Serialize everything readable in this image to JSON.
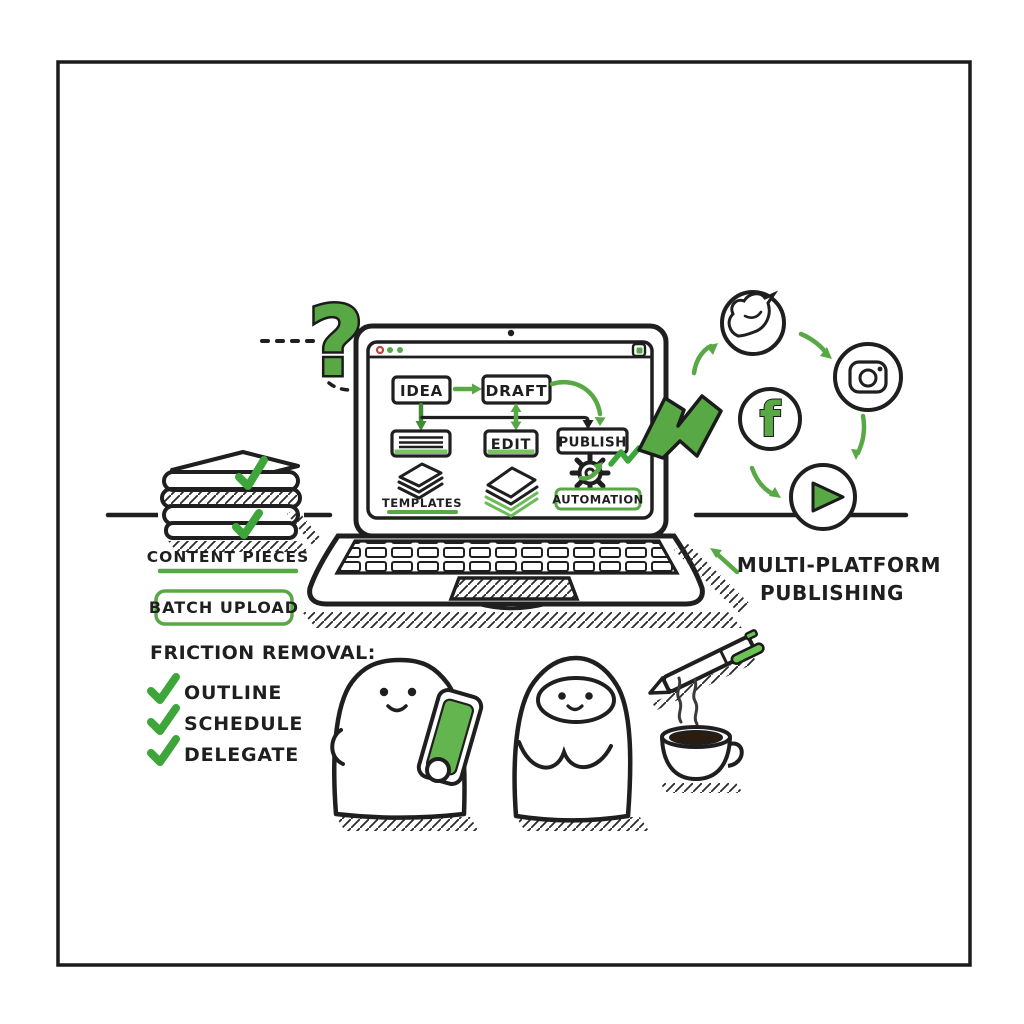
{
  "screen": {
    "idea": "IDEA",
    "draft": "DRAFT",
    "edit": "EDIT",
    "publish": "PUBLISH",
    "templates": "TEMPLATES",
    "automation": "AUTOMATION"
  },
  "left": {
    "content_pieces": "CONTENT PIECES",
    "batch_upload": "BATCH UPLOAD"
  },
  "checklist": {
    "title": "FRICTION REMOVAL:",
    "items": [
      "OUTLINE",
      "SCHEDULE",
      "DELEGATE"
    ]
  },
  "right": {
    "caption_line1": "MULTI-PLATFORM",
    "caption_line2": "PUBLISHING"
  },
  "glyphs": {
    "question_mark": "?",
    "facebook": "f"
  },
  "icons": [
    "question-mark-icon",
    "content-stack-icon",
    "laptop-icon",
    "browser-window-icon",
    "notes-icon",
    "templates-stack-icon",
    "paper-stack-icon",
    "gear-icon",
    "lightning-bolt-icon",
    "twitter-icon",
    "instagram-icon",
    "facebook-icon",
    "play-icon",
    "check-icon",
    "pen-icon",
    "coffee-cup-icon",
    "phone-icon",
    "character-blob",
    "character-hooded-blob"
  ],
  "colors": {
    "accent_green": "#58a846",
    "check_green": "#3da53a",
    "ink": "#1f1f1f",
    "red_dot": "#c0443f",
    "coffee": "#2b1c10"
  }
}
